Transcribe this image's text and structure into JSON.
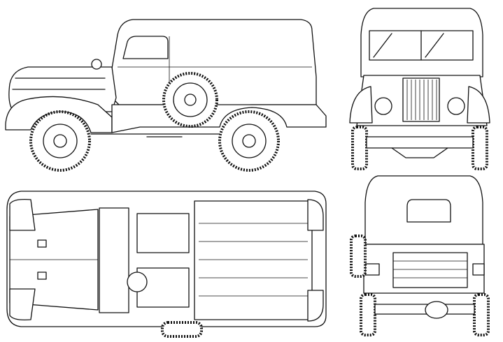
{
  "drawing": {
    "views": [
      "side-view",
      "front-view",
      "top-view",
      "rear-view"
    ],
    "colors": {
      "line": "#111111",
      "paper": "#ffffff"
    }
  }
}
